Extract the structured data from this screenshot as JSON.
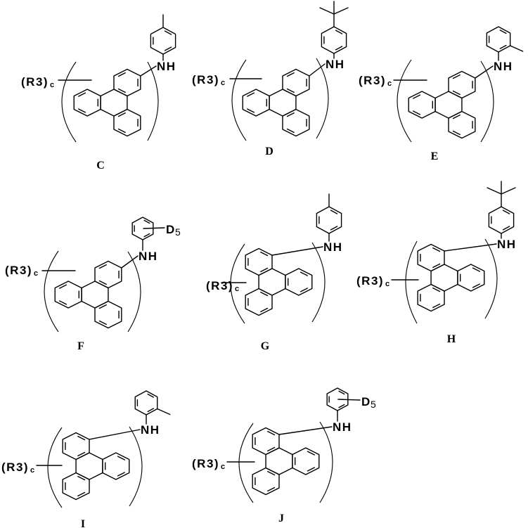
{
  "structures": [
    {
      "label": "C",
      "substituent": "(R3)",
      "subscript": "c",
      "amine": "NH"
    },
    {
      "label": "D",
      "substituent": "(R3)",
      "subscript": "c",
      "amine": "NH"
    },
    {
      "label": "E",
      "substituent": "(R3)",
      "subscript": "c",
      "amine": "NH"
    },
    {
      "label": "F",
      "substituent": "(R3)",
      "subscript": "c",
      "amine": "NH",
      "deuterium": "D",
      "deuterium_count": "5"
    },
    {
      "label": "G",
      "substituent": "(R3)",
      "subscript": "c",
      "amine": "NH"
    },
    {
      "label": "H",
      "substituent": "(R3)",
      "subscript": "c",
      "amine": "NH"
    },
    {
      "label": "I",
      "substituent": "(R3)",
      "subscript": "c",
      "amine": "NH"
    },
    {
      "label": "J",
      "substituent": "(R3)",
      "subscript": "c",
      "amine": "NH",
      "deuterium": "D",
      "deuterium_count": "5"
    }
  ]
}
